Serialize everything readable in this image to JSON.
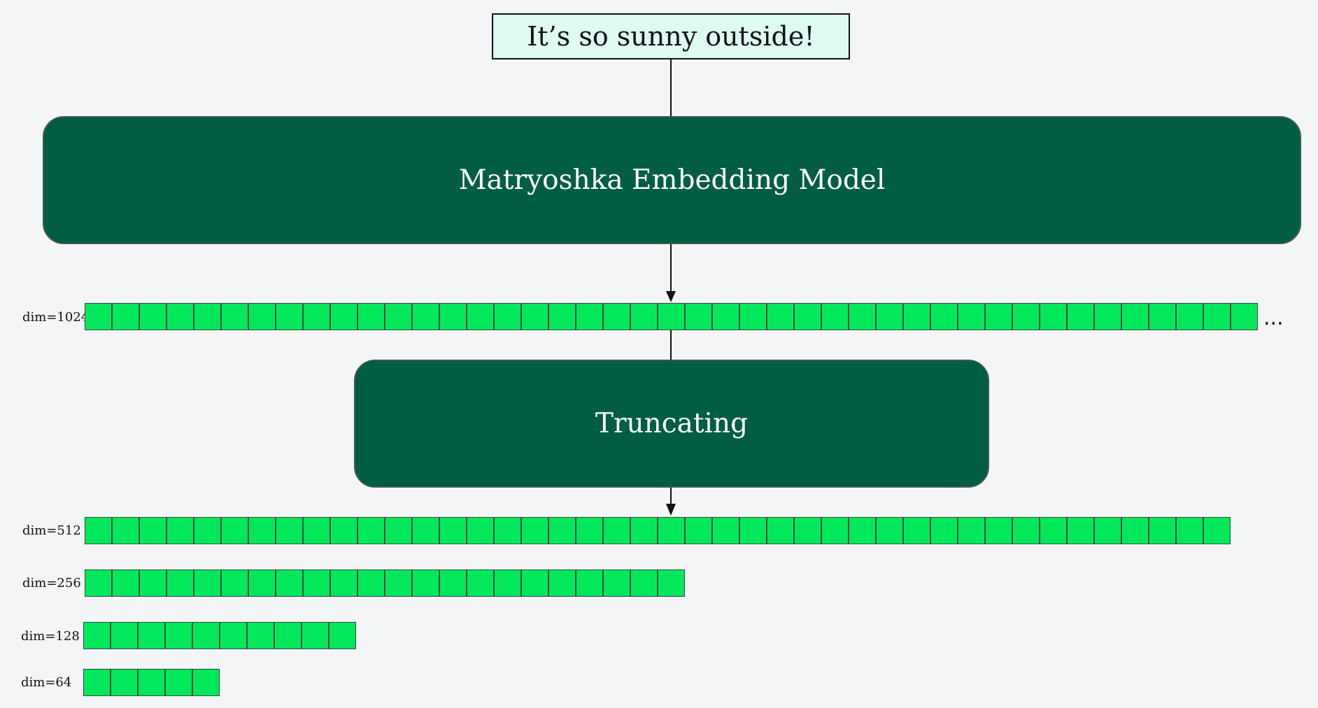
{
  "input_text": "It’s so sunny outside!",
  "model_label": "Matryoshka Embedding Model",
  "truncating_label": "Truncating",
  "ellipsis": "...",
  "colors": {
    "block": "#015d44",
    "cell": "#03e85b",
    "input_bg": "#ddfaf3",
    "background": "#f4f5f7"
  },
  "vectors": [
    {
      "label": "dim=1024",
      "cells": 43
    },
    {
      "label": "dim=512",
      "cells": 42
    },
    {
      "label": "dim=256",
      "cells": 22
    },
    {
      "label": "dim=128",
      "cells": 10
    },
    {
      "label": "dim=64",
      "cells": 5
    }
  ]
}
